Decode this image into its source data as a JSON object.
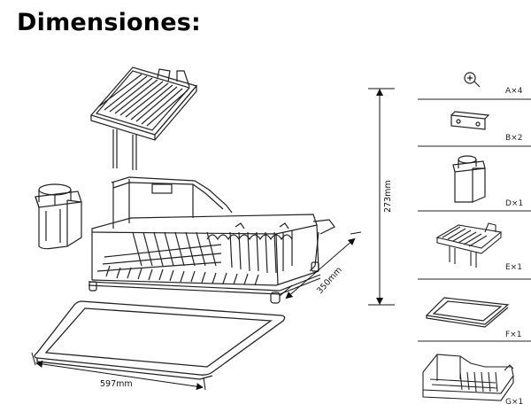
{
  "title": "Dimensiones:",
  "dimensions": {
    "height": "273mm",
    "depth": "350mm",
    "width": "597mm"
  },
  "parts": [
    {
      "code": "A×4",
      "icon": "screw-icon"
    },
    {
      "code": "B×2",
      "icon": "mounting-bracket-icon"
    },
    {
      "code": "D×1",
      "icon": "utensil-holder-icon"
    },
    {
      "code": "E×1",
      "icon": "small-rack-icon"
    },
    {
      "code": "F×1",
      "icon": "drip-tray-icon"
    },
    {
      "code": "G×1",
      "icon": "dish-rack-icon"
    }
  ]
}
